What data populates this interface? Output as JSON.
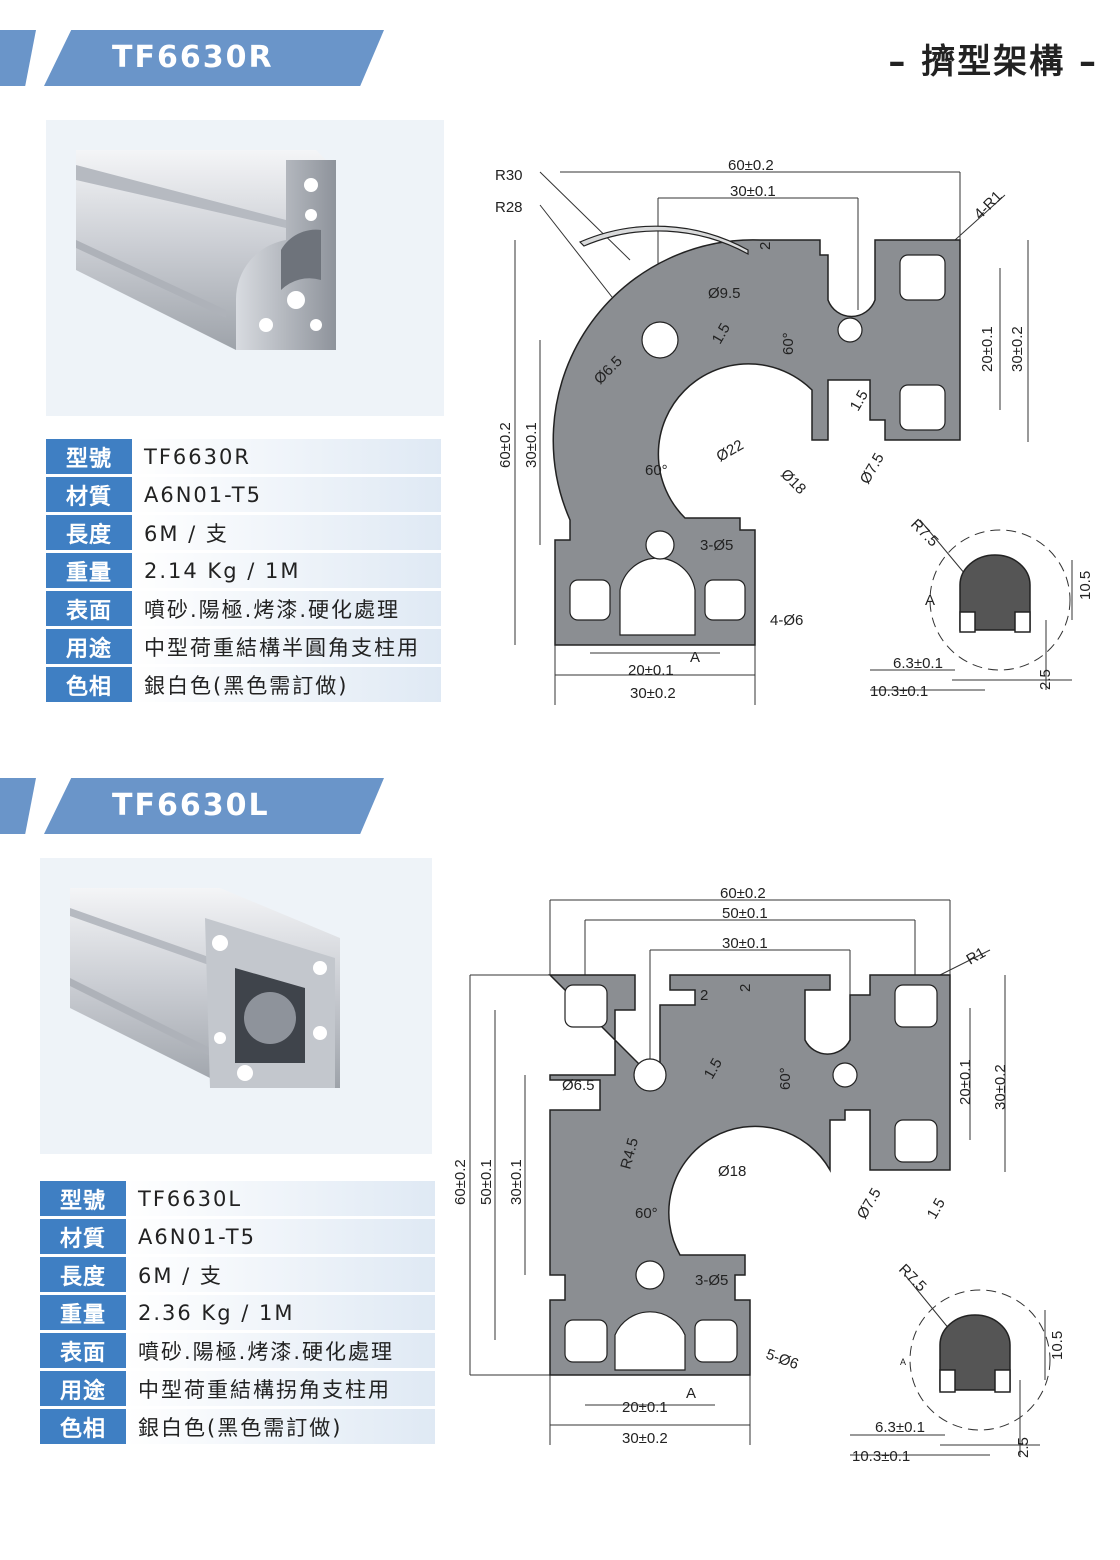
{
  "page_tag": "– 擠型架構 –",
  "products": [
    {
      "model_title": "TF6630R",
      "specs": [
        {
          "key": "型號",
          "value": "TF6630R"
        },
        {
          "key": "材質",
          "value": "A6N01-T5"
        },
        {
          "key": "長度",
          "value": "6M / 支"
        },
        {
          "key": "重量",
          "value": "2.14 Kg / 1M"
        },
        {
          "key": "表面",
          "value": "噴砂.陽極.烤漆.硬化處理"
        },
        {
          "key": "用途",
          "value": "中型荷重結構半圓角支柱用"
        },
        {
          "key": "色相",
          "value": "銀白色(黑色需訂做)"
        }
      ],
      "dims": {
        "r30": "R30",
        "r28": "R28",
        "w60": "60±0.2",
        "w30": "30±0.1",
        "r1": "4-R1",
        "two": "2",
        "d95": "Ø9.5",
        "t15a": "1.5",
        "a60a": "60°",
        "h20": "20±0.1",
        "h30": "30±0.2",
        "d65": "Ø6.5",
        "t15b": "1.5",
        "d22": "Ø22",
        "d18": "Ø18",
        "d75": "Ø7.5",
        "h60": "60±0.2",
        "h301": "30±0.1",
        "a60b": "60°",
        "d5": "3-Ø5",
        "d6": "4-Ø6",
        "b20": "20±0.1",
        "b30": "30±0.2",
        "a": "A",
        "r75": "R7.5",
        "da": "A",
        "h105": "10.5",
        "h25": "2.5",
        "w63": "6.3±0.1",
        "w103": "10.3±0.1"
      }
    },
    {
      "model_title": "TF6630L",
      "specs": [
        {
          "key": "型號",
          "value": "TF6630L"
        },
        {
          "key": "材質",
          "value": "A6N01-T5"
        },
        {
          "key": "長度",
          "value": "6M / 支"
        },
        {
          "key": "重量",
          "value": "2.36 Kg / 1M"
        },
        {
          "key": "表面",
          "value": "噴砂.陽極.烤漆.硬化處理"
        },
        {
          "key": "用途",
          "value": "中型荷重結構拐角支柱用"
        },
        {
          "key": "色相",
          "value": "銀白色(黑色需訂做)"
        }
      ],
      "dims": {
        "w60": "60±0.2",
        "w50": "50±0.1",
        "w30": "30±0.1",
        "r1": "R1",
        "two_a": "2",
        "two_b": "2",
        "d65": "Ø6.5",
        "t15a": "1.5",
        "a60a": "60°",
        "h20": "20±0.1",
        "h30": "30±0.2",
        "r45": "R4.5",
        "d18": "Ø18",
        "d75": "Ø7.5",
        "t15b": "1.5",
        "h60": "60±0.2",
        "h50": "50±0.1",
        "h301": "30±0.1",
        "a60b": "60°",
        "d5": "3-Ø5",
        "d6": "5-Ø6",
        "b20": "20±0.1",
        "b30": "30±0.2",
        "a": "A",
        "r75": "R7.5",
        "da": "A",
        "h105": "10.5",
        "h25": "2.5",
        "w63": "6.3±0.1",
        "w103": "10.3±0.1"
      }
    }
  ]
}
